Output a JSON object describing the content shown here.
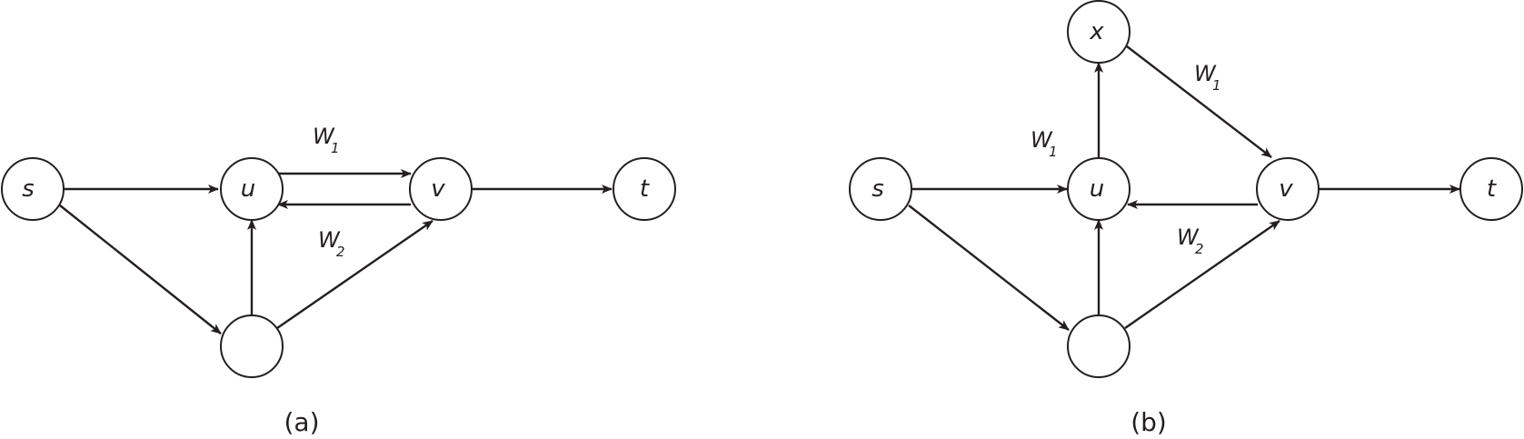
{
  "figure_a": {
    "caption": "(a)",
    "nodes": {
      "s": "s",
      "u": "u",
      "v": "v",
      "t": "t",
      "bottom": ""
    },
    "weights": {
      "w1": {
        "base": "W",
        "sub": "1"
      },
      "w2": {
        "base": "W",
        "sub": "2"
      }
    }
  },
  "figure_b": {
    "caption": "(b)",
    "nodes": {
      "x": "x",
      "s": "s",
      "u": "u",
      "v": "v",
      "t": "t",
      "bottom": ""
    },
    "weights": {
      "w1_left": {
        "base": "W",
        "sub": "1"
      },
      "w1_right": {
        "base": "W",
        "sub": "1"
      },
      "w2": {
        "base": "W",
        "sub": "2"
      }
    }
  },
  "colors": {
    "stroke": "#231f20",
    "fill": "#ffffff"
  }
}
